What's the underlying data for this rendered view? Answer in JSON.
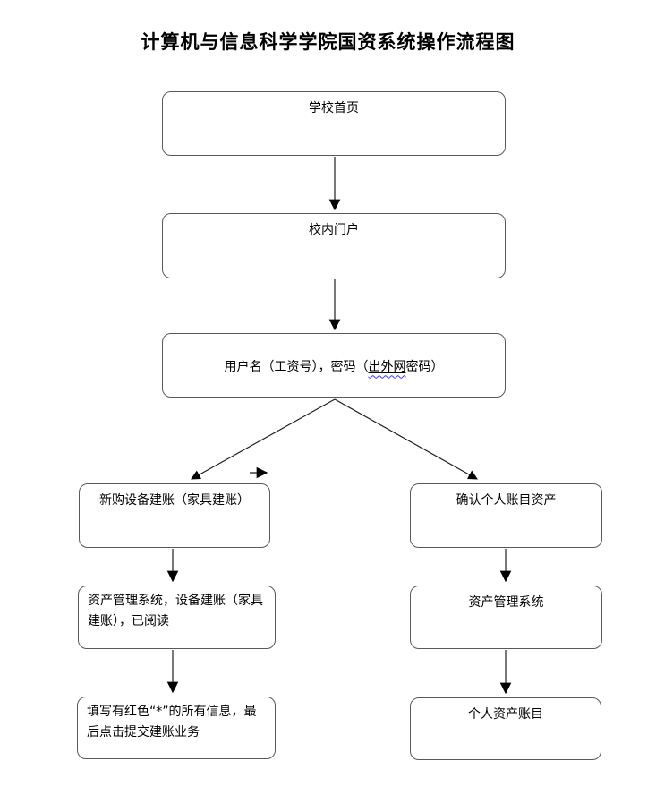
{
  "title": "计算机与信息科学学院国资系统操作流程图",
  "flowchart": {
    "school_home": "学校首页",
    "campus_portal": "校内门户",
    "login": {
      "prefix": "用户名（工资号），密码（",
      "underlined": "出外网",
      "suffix": "密码）"
    },
    "left_branch": {
      "new_purchase": "新购设备建账（家具建账）",
      "asset_system": "资产管理系统，设备建账（家具建账），已阅读",
      "fill_info": "填写有红色“*”的所有信息，最后点击提交建账业务"
    },
    "right_branch": {
      "confirm_assets": "确认个人账目资产",
      "asset_system": "资产管理系统",
      "personal_account": "个人资产账目"
    }
  },
  "colors": {
    "box_border": "#595959",
    "arrow": "#3f3f3f",
    "underline_squiggle": "#2f41e0"
  }
}
